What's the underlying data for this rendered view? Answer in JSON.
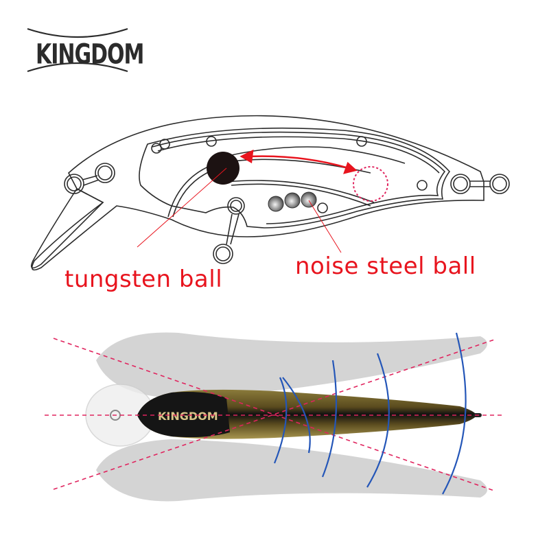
{
  "brand": {
    "logo_text": "KINGDOM"
  },
  "diagram": {
    "title": "Lure internal structure",
    "labels": {
      "tungsten": "tungsten ball",
      "noise": "noise steel ball"
    },
    "noise_ball_count": 3
  },
  "photo": {
    "lure_brand_text": "KINGDOM",
    "swing_arc_count": 5
  },
  "colors": {
    "label_red": "#e8141e",
    "dashed_line": "#e0245e",
    "arc_blue": "#2456b8",
    "outline": "#2b2b2b"
  }
}
